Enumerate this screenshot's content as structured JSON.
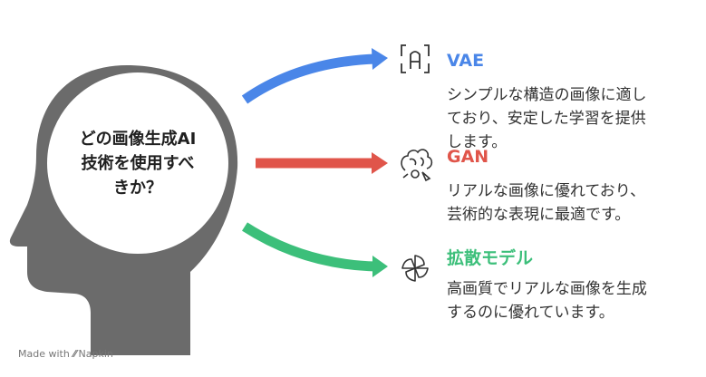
{
  "center": {
    "lines": [
      "どの画像生成AI",
      "技術を使用すべ",
      "きか？"
    ]
  },
  "items": [
    {
      "label": "VAE",
      "desc": [
        "シンプルな構造の画像に適し",
        "ており、安定した学習を提供",
        "します。"
      ],
      "color": "#4a86e8",
      "icon": "bracket-a-icon"
    },
    {
      "label": "GAN",
      "desc": [
        "リアルな画像に優れており、",
        "芸術的な表現に最適です。"
      ],
      "color": "#e0554a",
      "icon": "brain-art-icon"
    },
    {
      "label": "拡散モデル",
      "desc": [
        "高画質でリアルな画像を生成",
        "するのに優れています。"
      ],
      "color": "#3cbf7a",
      "icon": "pinwheel-icon"
    }
  ],
  "colors": {
    "head": "#6b6b6b",
    "text": "#333333"
  },
  "footer": {
    "made_with": "Made with",
    "brand": "Napkin"
  }
}
